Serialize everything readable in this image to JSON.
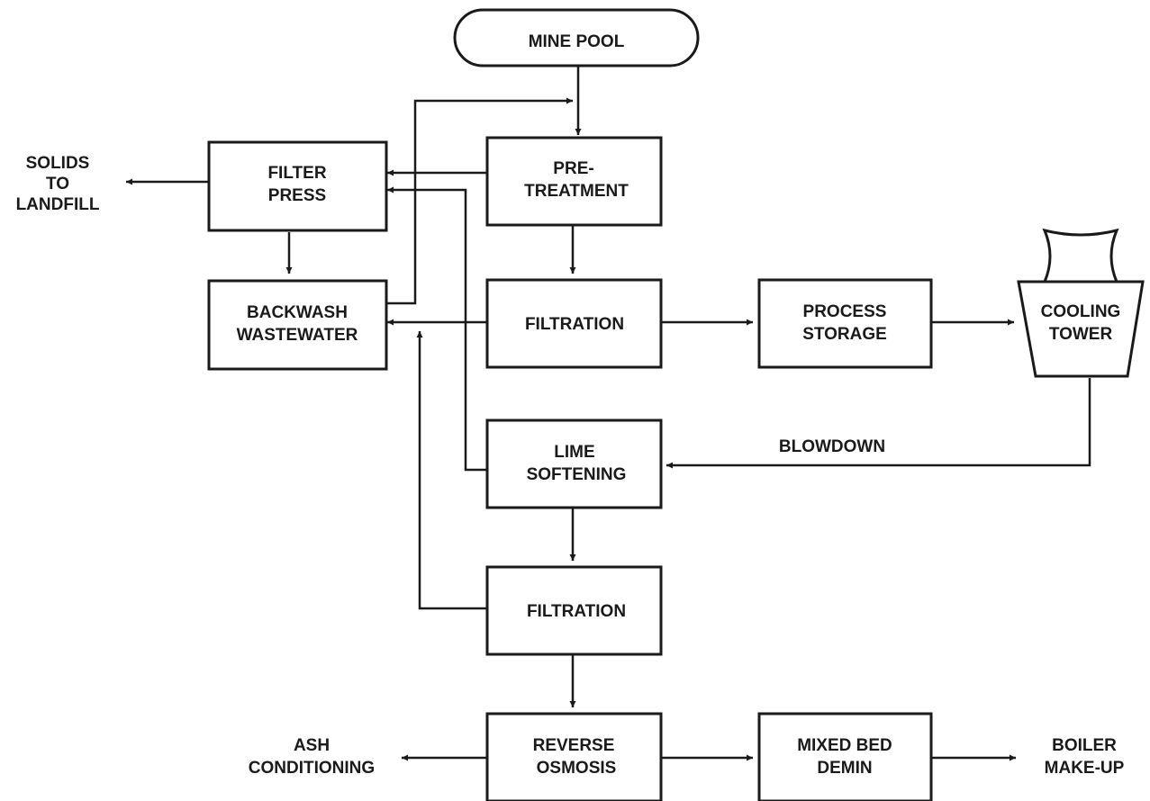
{
  "nodes": {
    "mine_pool": "MINE POOL",
    "pretreatment": [
      "PRE-",
      "TREATMENT"
    ],
    "filter_press": [
      "FILTER",
      "PRESS"
    ],
    "backwash_wastewater": [
      "BACKWASH",
      "WASTEWATER"
    ],
    "filtration_1": "FILTRATION",
    "process_storage": [
      "PROCESS",
      "STORAGE"
    ],
    "cooling_tower": [
      "COOLING",
      "TOWER"
    ],
    "lime_softening": [
      "LIME",
      "SOFTENING"
    ],
    "filtration_2": "FILTRATION",
    "reverse_osmosis": [
      "REVERSE",
      "OSMOSIS"
    ],
    "mixed_bed_demin": [
      "MIXED BED",
      "DEMIN"
    ]
  },
  "outputs": {
    "solids_to_landfill": [
      "SOLIDS",
      "TO",
      "LANDFILL"
    ],
    "ash_conditioning": [
      "ASH",
      "CONDITIONING"
    ],
    "boiler_make_up": [
      "BOILER",
      "MAKE-UP"
    ]
  },
  "labels": {
    "blowdown": "BLOWDOWN"
  }
}
